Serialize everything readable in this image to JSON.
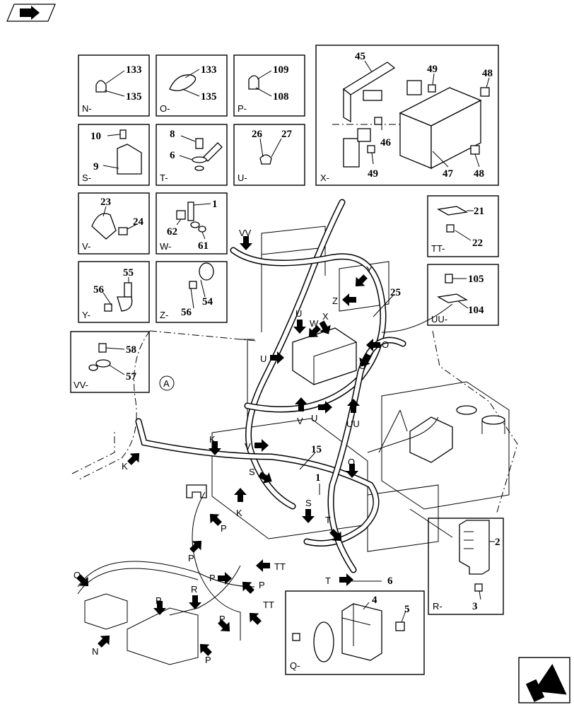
{
  "detail_boxes": [
    {
      "id": "N",
      "label": "N-",
      "callouts": [
        "133",
        "135"
      ]
    },
    {
      "id": "O",
      "label": "O-",
      "callouts": [
        "133",
        "135"
      ]
    },
    {
      "id": "P",
      "label": "P-",
      "callouts": [
        "109",
        "108"
      ]
    },
    {
      "id": "S",
      "label": "S-",
      "callouts": [
        "10",
        "9"
      ]
    },
    {
      "id": "T",
      "label": "T-",
      "callouts": [
        "8",
        "6"
      ]
    },
    {
      "id": "U",
      "label": "U-",
      "callouts": [
        "26",
        "27"
      ]
    },
    {
      "id": "X",
      "label": "X-",
      "callouts": [
        "45",
        "49",
        "48",
        "46",
        "49",
        "47",
        "48"
      ]
    },
    {
      "id": "V",
      "label": "V-",
      "callouts": [
        "23",
        "24"
      ]
    },
    {
      "id": "W",
      "label": "W-",
      "callouts": [
        "1",
        "62",
        "61"
      ]
    },
    {
      "id": "TT",
      "label": "TT-",
      "callouts": [
        "21",
        "22"
      ]
    },
    {
      "id": "Y",
      "label": "Y-",
      "callouts": [
        "55",
        "56"
      ]
    },
    {
      "id": "Z",
      "label": "Z-",
      "callouts": [
        "54",
        "56"
      ]
    },
    {
      "id": "UU",
      "label": "UU-",
      "callouts": [
        "105",
        "104"
      ]
    },
    {
      "id": "VV",
      "label": "VV-",
      "callouts": [
        "58",
        "57"
      ]
    },
    {
      "id": "R",
      "label": "R-",
      "callouts": [
        "2",
        "3"
      ]
    },
    {
      "id": "Q",
      "label": "Q-",
      "callouts": [
        "4",
        "5"
      ]
    }
  ],
  "main_view": {
    "circle_label": "A",
    "callouts": [
      "25",
      "15",
      "1",
      "6"
    ],
    "arrow_labels": [
      "VV",
      "Y",
      "Z",
      "U",
      "W",
      "X",
      "O",
      "U",
      "U",
      "V",
      "U",
      "UU",
      "K",
      "K",
      "V",
      "S",
      "O",
      "K",
      "P",
      "S",
      "T",
      "P",
      "TT",
      "Q",
      "P",
      "P",
      "R",
      "P",
      "TT",
      "P",
      "N",
      "P",
      "T"
    ]
  }
}
